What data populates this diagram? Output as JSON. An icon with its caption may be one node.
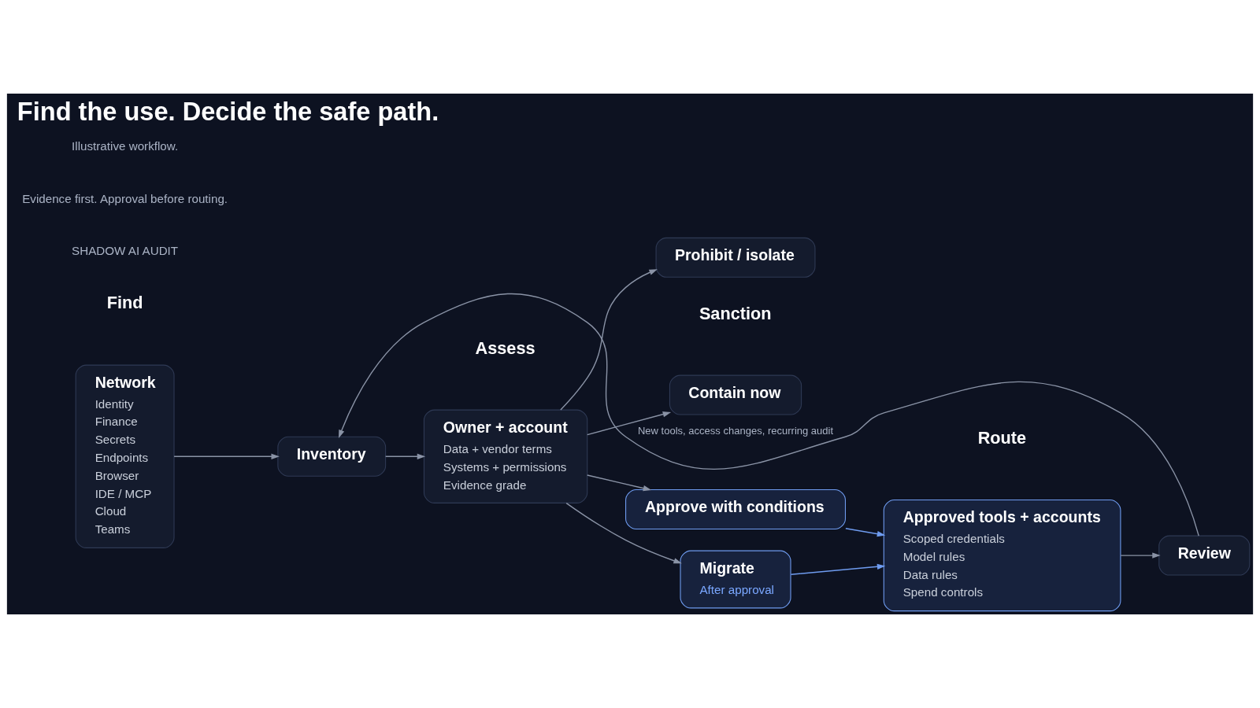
{
  "diagram": {
    "title": "Find the use. Decide the safe path.",
    "nodes": [
      {
        "text": [
          "Network",
          "Identity",
          "Finance",
          "Secrets",
          "Endpoints",
          "Browser",
          "IDE / MCP",
          "Cloud",
          "Teams"
        ]
      },
      {
        "text": [
          "Inventory"
        ]
      },
      {
        "text": [
          "Owner + account",
          "Data + vendor terms",
          "Systems + permissions",
          "Evidence grade"
        ]
      },
      {
        "text": [
          "Contain now"
        ]
      },
      {
        "text": [
          "Approve with conditions"
        ]
      },
      {
        "text": [
          "Migrate",
          "After approval"
        ]
      },
      {
        "text": [
          "Prohibit / isolate"
        ]
      },
      {
        "text": [
          "Approved tools + accounts",
          "Scoped credentials",
          "Model rules",
          "Data rules",
          "Spend controls"
        ]
      },
      {
        "text": [
          "Review"
        ]
      }
    ],
    "edges": [
      {
        "from": 0,
        "to": 1,
        "arrow": "to"
      },
      {
        "from": 1,
        "to": 2,
        "arrow": "to"
      },
      {
        "from": 2,
        "to": 3,
        "arrow": "to"
      },
      {
        "from": 2,
        "to": 4,
        "arrow": "to"
      },
      {
        "from": 2,
        "to": 5,
        "arrow": "to"
      },
      {
        "from": 2,
        "to": 6,
        "arrow": "to"
      },
      {
        "from": 4,
        "to": 7,
        "arrow": "to",
        "color": "#6f9cf0"
      },
      {
        "from": 5,
        "to": 7,
        "arrow": "to",
        "color": "#6f9cf0"
      },
      {
        "from": 7,
        "to": 8,
        "arrow": "to"
      },
      {
        "from": 8,
        "to": 1,
        "arrow": "to",
        "label": "New tools, access changes, recurring audit"
      }
    ],
    "labels": [
      "SHADOW AI AUDIT",
      "Evidence first. Approval before routing.",
      "Find",
      "Assess",
      "Sanction",
      "Route",
      "Illustrative workflow."
    ]
  }
}
